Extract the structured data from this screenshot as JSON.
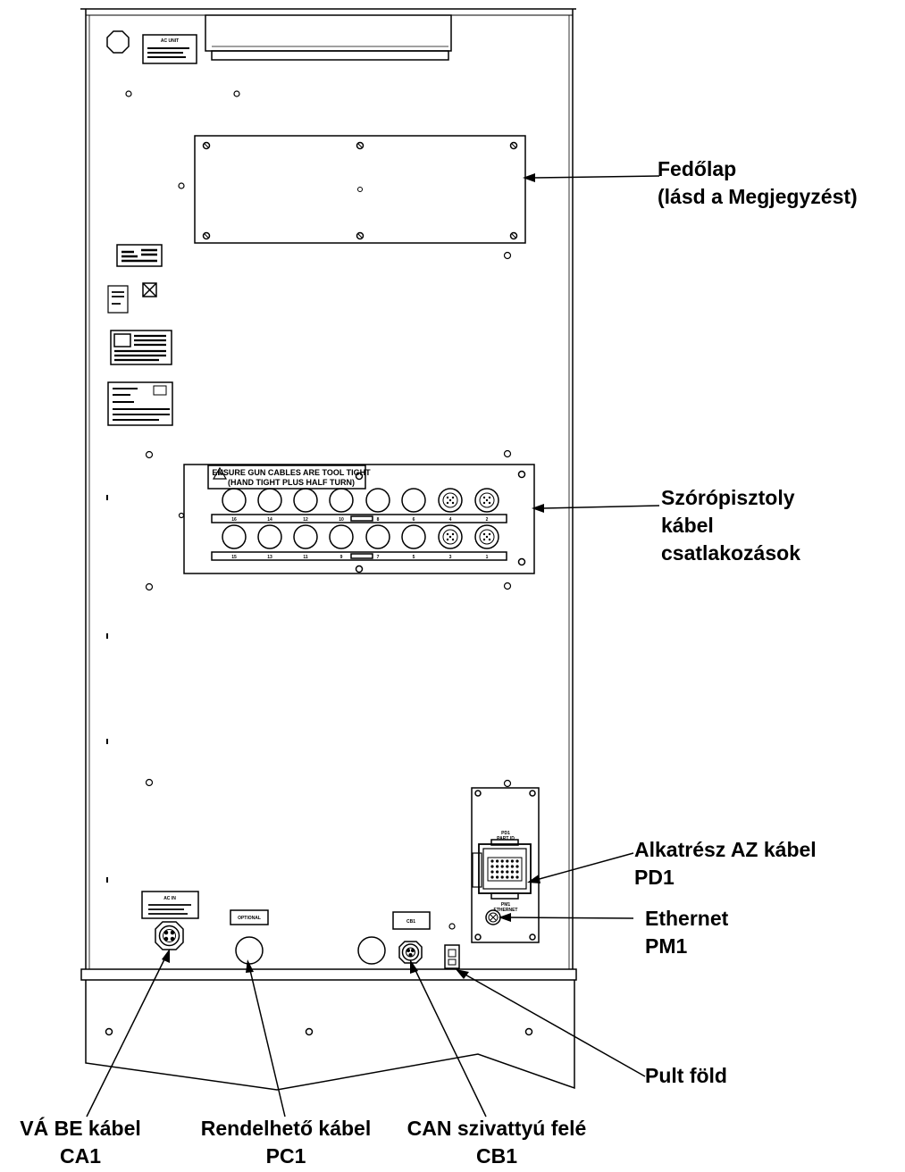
{
  "panel_labels": {
    "ac_unit": "AC UNIT",
    "warning_line1": "ENSURE GUN CABLES ARE TOOL TIGHT",
    "warning_line2": "(HAND TIGHT PLUS HALF TURN)",
    "ac_in": "AC IN",
    "optional": "OPTIONAL",
    "cb1": "CB1",
    "pd1": "PD1",
    "part_id": "PART ID",
    "pm1": "PM1",
    "ethernet": "ETHERNET",
    "top_row_numbers": [
      "16",
      "14",
      "12",
      "10",
      "8",
      "6",
      "4",
      "2"
    ],
    "bottom_row_numbers": [
      "15",
      "13",
      "11",
      "9",
      "7",
      "5",
      "3",
      "1"
    ]
  },
  "callouts": {
    "cover": {
      "line1": "Fedőlap",
      "line2": "(lásd a Megjegyzést)"
    },
    "gun_cables": {
      "line1": "Szórópisztoly",
      "line2": "kábel",
      "line3": "csatlakozások"
    },
    "part_id": {
      "line1": "Alkatrész AZ kábel",
      "line2": "PD1"
    },
    "ethernet": {
      "line1": "Ethernet",
      "line2": "PM1"
    },
    "ground": {
      "line1": "Pult föld"
    },
    "ac_in": {
      "line1": "VÁ BE kábel",
      "line2": "CA1"
    },
    "optional": {
      "line1": "Rendelhető kábel",
      "line2": "PC1"
    },
    "can": {
      "line1": "CAN szivattyú felé",
      "line2": "CB1"
    }
  }
}
